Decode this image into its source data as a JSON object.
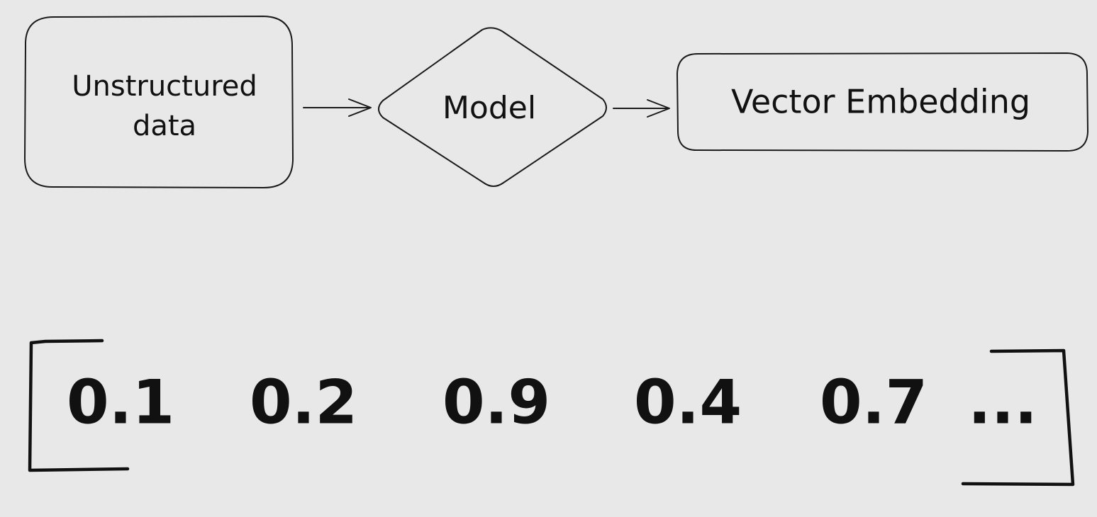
{
  "diagram": {
    "nodes": [
      {
        "id": "unstructured",
        "shape": "rounded-rect",
        "lines": [
          "Unstructured",
          "data"
        ]
      },
      {
        "id": "model",
        "shape": "diamond",
        "lines": [
          "Model"
        ]
      },
      {
        "id": "embedding",
        "shape": "rounded-rect",
        "lines": [
          "Vector Embedding"
        ]
      }
    ],
    "edges": [
      {
        "from": "unstructured",
        "to": "model"
      },
      {
        "from": "model",
        "to": "embedding"
      }
    ],
    "vector": {
      "values": [
        "0.1",
        "0.2",
        "0.9",
        "0.4",
        "0.7",
        "..."
      ]
    },
    "colors": {
      "background": "#e8e8e8",
      "stroke": "#1a1a1a",
      "text": "#111111"
    }
  }
}
